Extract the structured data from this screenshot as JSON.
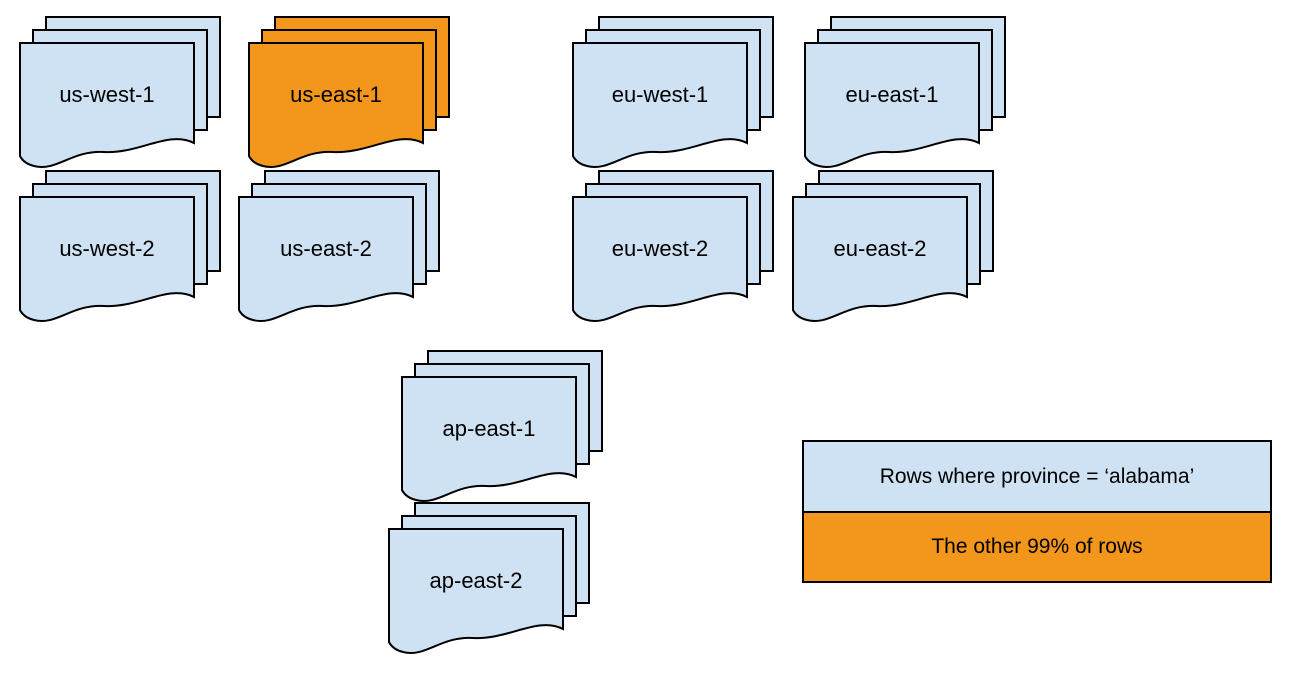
{
  "colors": {
    "region_fill": "#cfe2f3",
    "highlight_fill": "#f2961c",
    "stroke": "#000000",
    "background": "#ffffff"
  },
  "stacks": [
    {
      "label": "us-west-1",
      "variant": "blue"
    },
    {
      "label": "us-east-1",
      "variant": "orange"
    },
    {
      "label": "eu-west-1",
      "variant": "blue"
    },
    {
      "label": "eu-east-1",
      "variant": "blue"
    },
    {
      "label": "us-west-2",
      "variant": "blue"
    },
    {
      "label": "us-east-2",
      "variant": "blue"
    },
    {
      "label": "eu-west-2",
      "variant": "blue"
    },
    {
      "label": "eu-east-2",
      "variant": "blue"
    },
    {
      "label": "ap-east-1",
      "variant": "blue"
    },
    {
      "label": "ap-east-2",
      "variant": "blue"
    }
  ],
  "legend": {
    "blue_label": "Rows where province = ‘alabama’",
    "orange_label": "The other 99% of rows"
  }
}
